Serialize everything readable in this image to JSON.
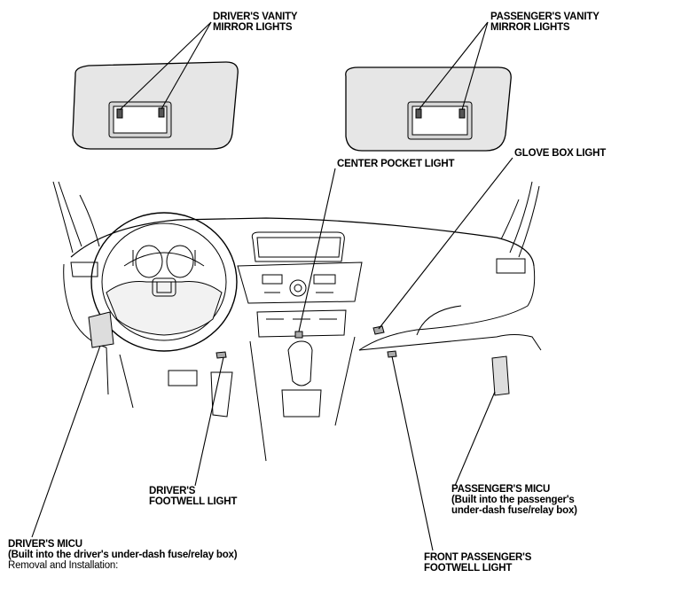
{
  "labels": {
    "drivers_vanity": [
      "DRIVER'S VANITY",
      "MIRROR LIGHTS"
    ],
    "passengers_vanity": [
      "PASSENGER'S VANITY",
      "MIRROR LIGHTS"
    ],
    "center_pocket": "CENTER POCKET LIGHT",
    "glove_box": "GLOVE BOX LIGHT",
    "drivers_footwell": [
      "DRIVER'S",
      "FOOTWELL LIGHT"
    ],
    "passengers_micu": [
      "PASSENGER'S MICU",
      "(Built into the passenger's",
      "under-dash fuse/relay box)"
    ],
    "drivers_micu": [
      "DRIVER'S MICU",
      "(Built into the driver's under-dash fuse/relay box)"
    ],
    "removal": "Removal and Installation:",
    "front_pass_footwell": [
      "FRONT PASSENGER'S",
      "FOOTWELL LIGHT"
    ]
  },
  "colors": {
    "line": "#000000",
    "fill": "#e6e6e6"
  }
}
